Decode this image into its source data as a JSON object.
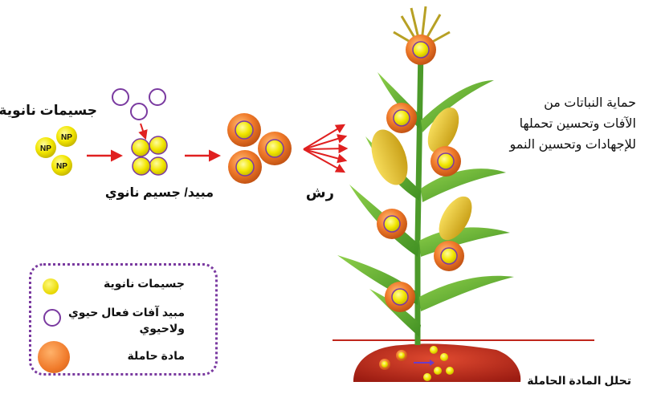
{
  "labels": {
    "nanoparticles_title": "جسيمات نانوية",
    "np_tag": "NP",
    "pesticide_nano": "مبيد/ جسيم نانوي",
    "spray": "رش",
    "benefit": [
      "حماية النباتات من",
      "الآفات وتحسين تحملها",
      "للإجهادات وتحسين النمو"
    ],
    "carrier_decomposition": "تحلل المادة الحاملة"
  },
  "legend": {
    "items": [
      {
        "icon": "yellow-nanoparticle",
        "text": "جسيمات نانوية"
      },
      {
        "icon": "purple-ring",
        "text": [
          "مبيد آفات فعال حيوي",
          "ولاحيوي"
        ]
      },
      {
        "icon": "orange-carrier",
        "text": "مادة حاملة"
      }
    ]
  },
  "colors": {
    "nanoparticle": "#f2e600",
    "pesticide_ring": "#7a3aa0",
    "carrier": "#f07a2a",
    "arrow": "#e02020",
    "soil": "#c0261c",
    "leaf": "#5aa832",
    "corn": "#e8c53a"
  }
}
